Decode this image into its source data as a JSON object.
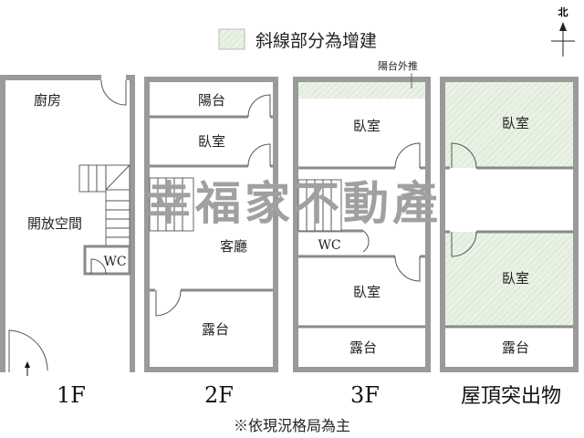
{
  "legend": {
    "text": "斜線部分為增建",
    "hatch_color": "#e6f0e0"
  },
  "north": {
    "label": "北"
  },
  "watermark": "幸福家不動產",
  "floors": {
    "f1": {
      "name": "1F",
      "rooms": [
        "廚房",
        "開放空間",
        "WC"
      ]
    },
    "f2": {
      "name": "2F",
      "rooms": [
        "陽台",
        "臥室",
        "客廳",
        "露台"
      ]
    },
    "f3": {
      "name": "3F",
      "rooms": [
        "臥室",
        "WC",
        "臥室",
        "露台"
      ],
      "note": "陽台外推"
    },
    "roof": {
      "name": "屋頂突出物",
      "rooms": [
        "臥室",
        "臥室",
        "露台"
      ]
    }
  },
  "footer": "※依現況格局為主",
  "colors": {
    "wall": "#9a9a9a",
    "hatch": "#e6f0e0"
  }
}
